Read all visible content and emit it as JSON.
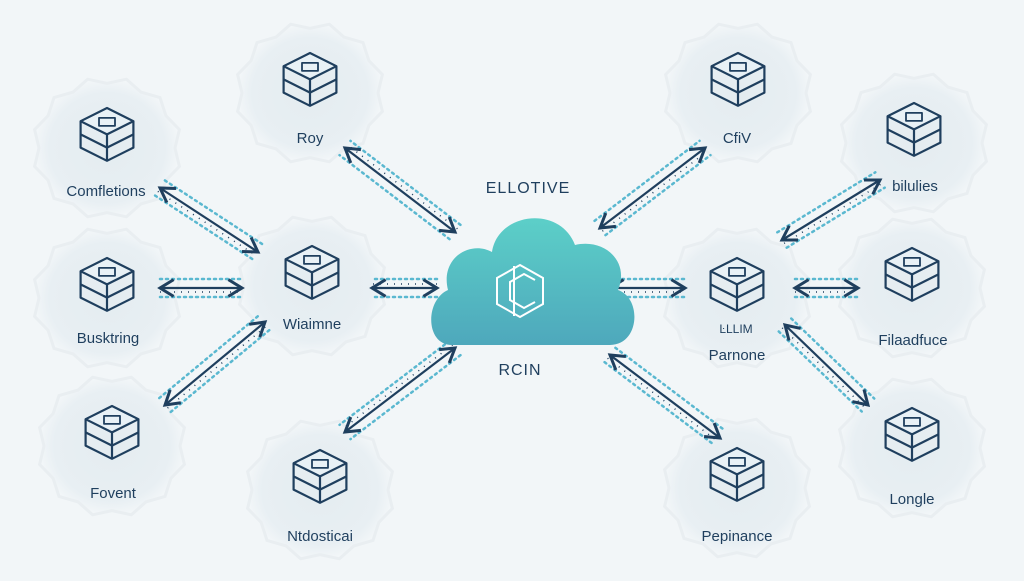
{
  "diagram": {
    "center": {
      "top_label": "ELLOTIVE",
      "bottom_label": "RCIN",
      "icon": "logo-hexagon-icon",
      "color": "#5cc4c8"
    },
    "colors": {
      "ink": "#1f3f5e",
      "dots": "#5ab8d0",
      "blob": "#e6eef2",
      "background": "#f2f6f8"
    },
    "nodes": [
      {
        "id": "roy",
        "label": "Roy",
        "icon": "circuit-board-icon"
      },
      {
        "id": "comfletions",
        "label": "Comfletions",
        "icon": "stacked-boxes-icon"
      },
      {
        "id": "busktring",
        "label": "Busktring",
        "icon": "server-rack-icon"
      },
      {
        "id": "wiaimne",
        "label": "Wiaimne",
        "icon": "cube-box-icon"
      },
      {
        "id": "fovent",
        "label": "Fovent",
        "icon": "robot-station-icon"
      },
      {
        "id": "ntdosticai",
        "label": "Ntdosticai",
        "icon": "hex-server-icon"
      },
      {
        "id": "cfiv",
        "label": "CfiV",
        "icon": "stacked-servers-icon"
      },
      {
        "id": "bilulies",
        "label": "bilulies",
        "icon": "storage-blocks-icon"
      },
      {
        "id": "parnone",
        "label": "Parnone",
        "icon": "headset-icon",
        "sublabel": "ĿLLIM"
      },
      {
        "id": "filaadfuce",
        "label": "Filaadfuce",
        "icon": "package-box-icon"
      },
      {
        "id": "pepinance",
        "label": "Pepinance",
        "icon": "machine-icon"
      },
      {
        "id": "longle",
        "label": "Longle",
        "icon": "workstation-icon"
      }
    ],
    "connections": [
      {
        "from": "center",
        "to": "roy"
      },
      {
        "from": "comfletions",
        "to": "wiaimne"
      },
      {
        "from": "busktring",
        "to": "wiaimne"
      },
      {
        "from": "center",
        "to": "wiaimne"
      },
      {
        "from": "fovent",
        "to": "wiaimne"
      },
      {
        "from": "center",
        "to": "ntdosticai"
      },
      {
        "from": "center",
        "to": "cfiv"
      },
      {
        "from": "parnone",
        "to": "bilulies"
      },
      {
        "from": "center",
        "to": "parnone"
      },
      {
        "from": "parnone",
        "to": "filaadfuce"
      },
      {
        "from": "center",
        "to": "pepinance"
      },
      {
        "from": "parnone",
        "to": "longle"
      }
    ]
  }
}
